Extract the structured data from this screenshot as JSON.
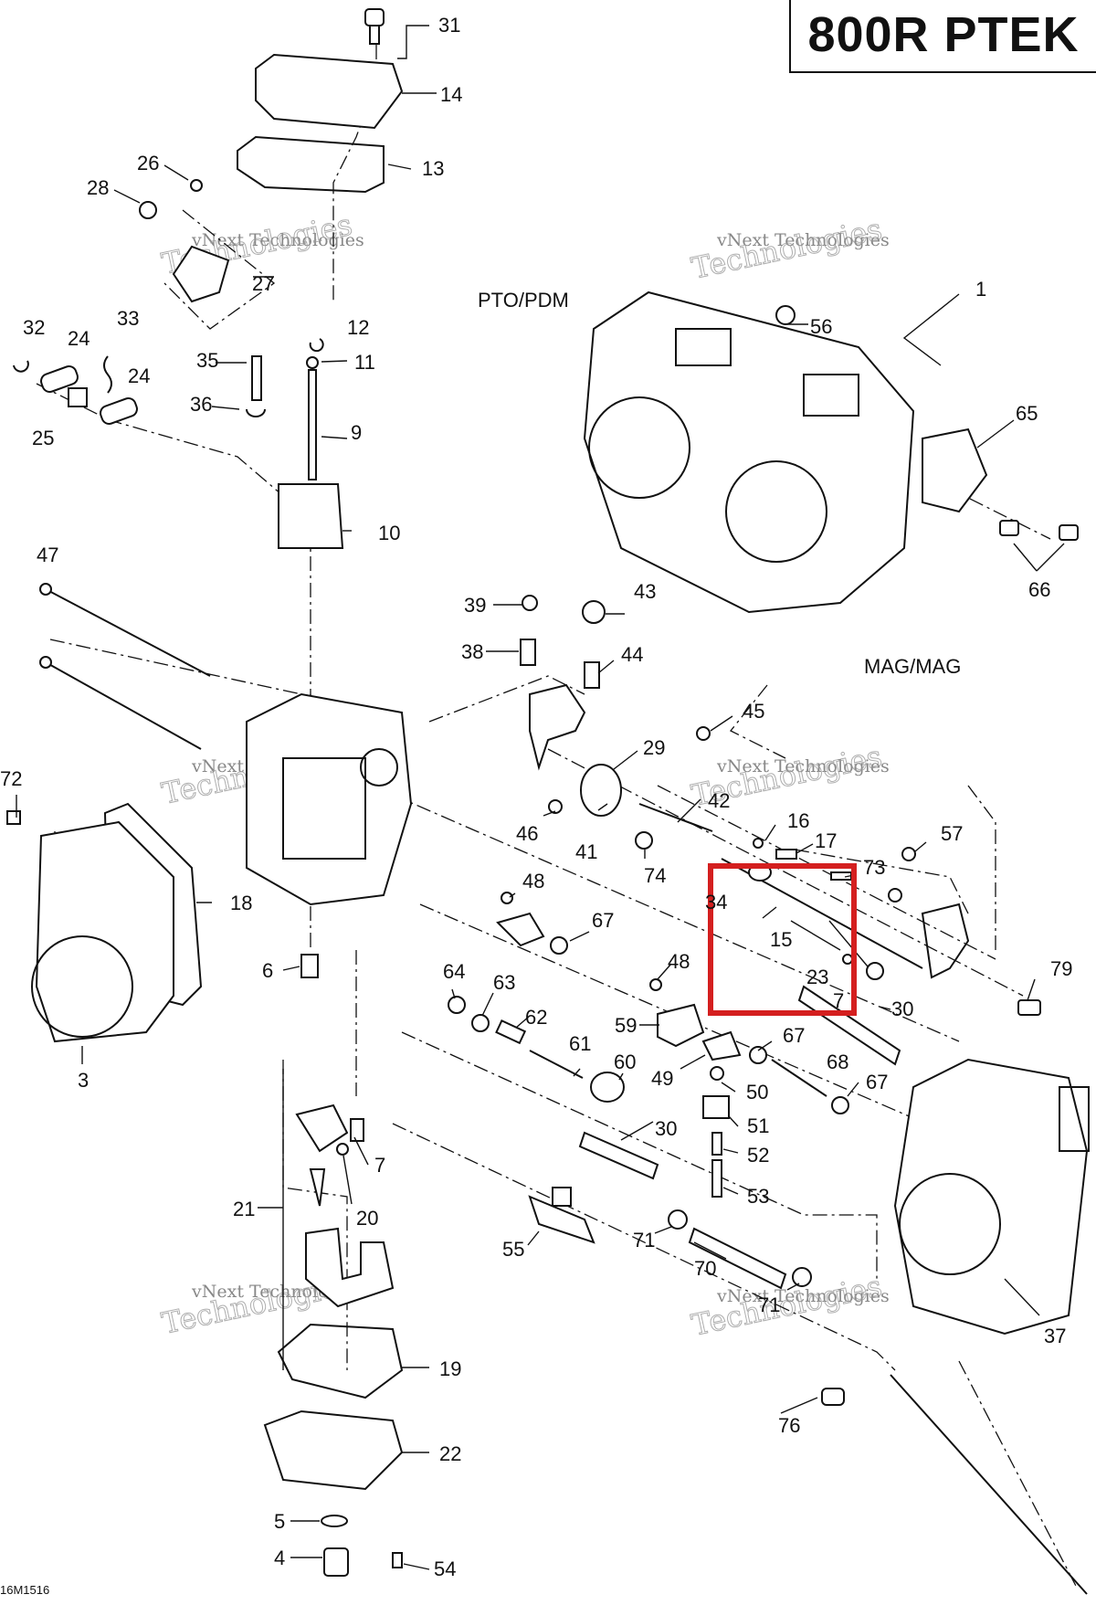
{
  "title": "800R PTEK",
  "drawing_number": "16M1516",
  "sections": {
    "pto": "PTO/PDM",
    "mag": "MAG/MAG"
  },
  "watermark": {
    "line1": "vNext Technologies",
    "line2": "Technologies"
  },
  "highlight": {
    "color": "#d41f1f"
  },
  "callouts": {
    "c31": "31",
    "c14": "14",
    "c13": "13",
    "c26": "26",
    "c28": "28",
    "c27": "27",
    "c32": "32",
    "c24a": "24",
    "c33": "33",
    "c24b": "24",
    "c25": "25",
    "c12": "12",
    "c35": "35",
    "c11": "11",
    "c36": "36",
    "c9": "9",
    "c10": "10",
    "c1": "1",
    "c56": "56",
    "c65": "65",
    "c66": "66",
    "c47": "47",
    "c39": "39",
    "c43": "43",
    "c38": "38",
    "c44": "44",
    "c45": "45",
    "c29": "29",
    "c72": "72",
    "c42": "42",
    "c16": "16",
    "c17": "17",
    "c46": "46",
    "c41": "41",
    "c74": "74",
    "c57": "57",
    "c73": "73",
    "c18": "18",
    "c48a": "48",
    "c34": "34",
    "c67a": "67",
    "c15": "15",
    "c6": "6",
    "c64": "64",
    "c63": "63",
    "c48b": "48",
    "c23": "23",
    "c79": "79",
    "c62": "62",
    "c7a": "7",
    "c30a": "30",
    "c59": "59",
    "c61": "61",
    "c67b": "67",
    "c3": "3",
    "c60": "60",
    "c68": "68",
    "c49": "49",
    "c50": "50",
    "c67c": "67",
    "c51": "51",
    "c30b": "30",
    "c7b": "7",
    "c52": "52",
    "c21": "21",
    "c20": "20",
    "c53": "53",
    "c55": "55",
    "c71a": "71",
    "c70": "70",
    "c71b": "71",
    "c37": "37",
    "c19": "19",
    "c22": "22",
    "c76": "76",
    "c5": "5",
    "c54": "54",
    "c4": "4"
  }
}
